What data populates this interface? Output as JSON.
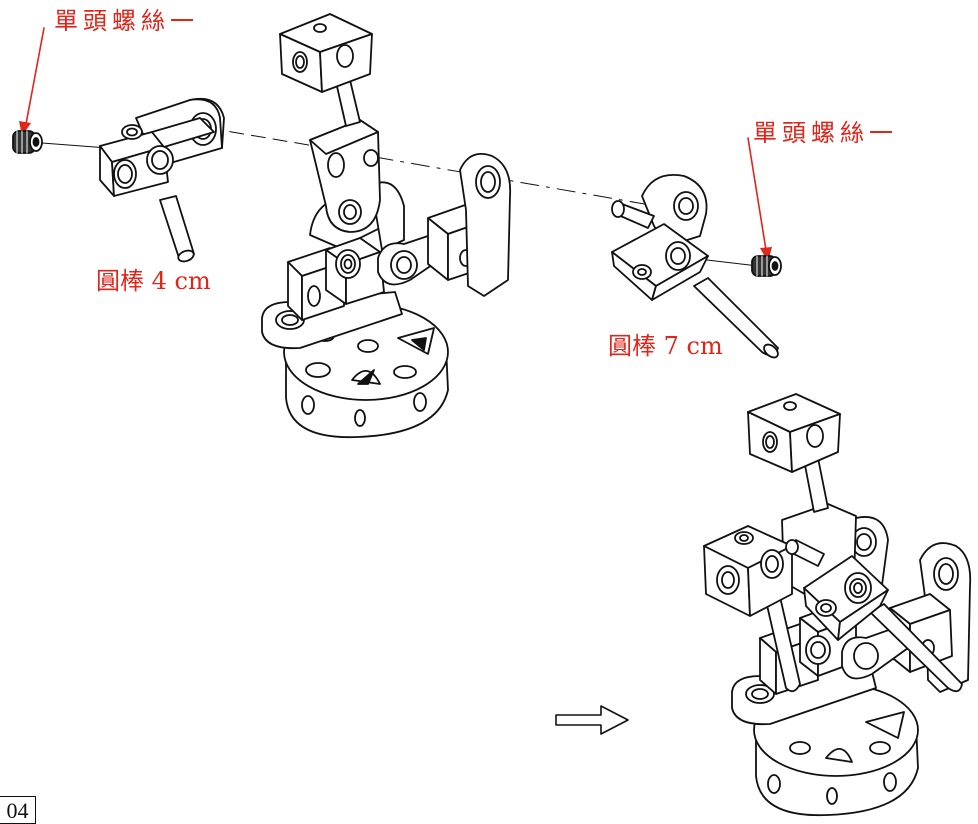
{
  "labels": {
    "screw_left": "單頭螺絲一",
    "screw_right": "單頭螺絲一",
    "rod_4": "圓棒 4 cm",
    "rod_7": "圓棒 7 cm"
  },
  "page_number": "04",
  "colors": {
    "annotation": "#e0251b",
    "line": "#111111",
    "fill": "#ffffff"
  }
}
